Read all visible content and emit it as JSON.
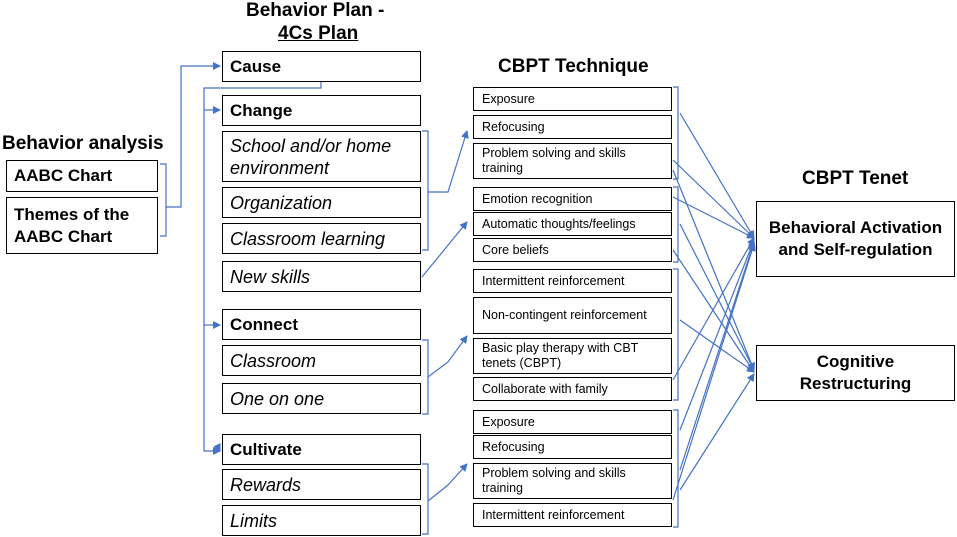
{
  "titles": {
    "behavior_analysis": "Behavior analysis",
    "plan_line1": "Behavior Plan -",
    "plan_line2": "4Cs Plan",
    "technique": "CBPT Technique",
    "tenet": "CBPT Tenet"
  },
  "analysis": [
    "AABC Chart",
    "Themes of the AABC Chart"
  ],
  "plan": {
    "cause": "Cause",
    "change": "Change",
    "change_items": [
      "School and/or home environment",
      "Organization",
      "Classroom learning",
      "New skills"
    ],
    "connect": "Connect",
    "connect_items": [
      "Classroom",
      "One on one"
    ],
    "cultivate": "Cultivate",
    "cultivate_items": [
      "Rewards",
      "Limits"
    ]
  },
  "techniques": {
    "group1": [
      "Exposure",
      "Refocusing",
      "Problem solving and skills training"
    ],
    "group2": [
      "Emotion recognition",
      "Automatic thoughts/feelings",
      "Core beliefs"
    ],
    "group3": [
      "Intermittent reinforcement",
      "Non-contingent reinforcement",
      "Basic play therapy with CBT tenets (CBPT)",
      "Collaborate with family"
    ],
    "group4": [
      "Exposure",
      "Refocusing",
      "Problem solving and skills training",
      "Intermittent reinforcement"
    ]
  },
  "tenets": [
    "Behavioral Activation and Self-regulation",
    "Cognitive Restructuring"
  ],
  "colors": {
    "connector": "#4472c4",
    "border": "#000000"
  }
}
